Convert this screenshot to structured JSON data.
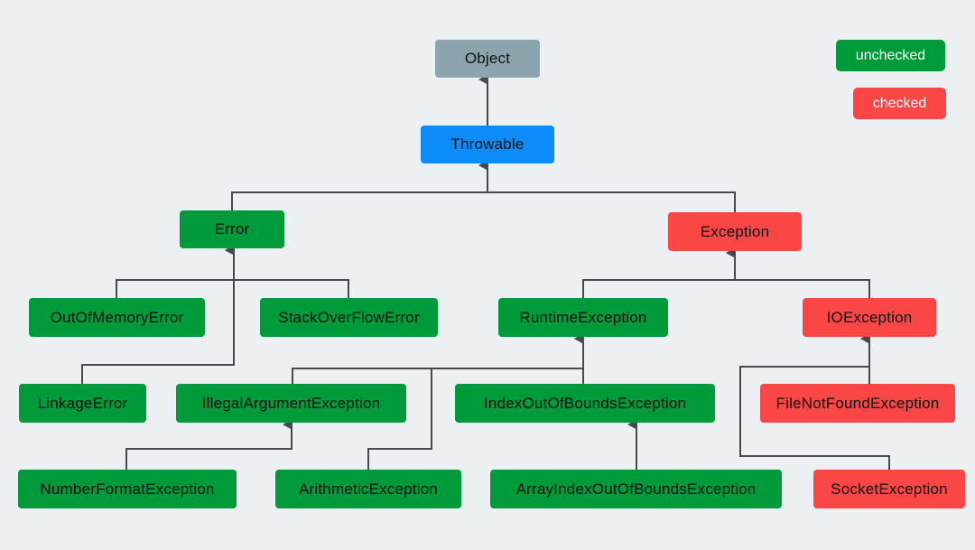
{
  "colors": {
    "unchecked": "#009a3a",
    "checked": "#fb4646",
    "throwable": "#0d8bf8",
    "object": "#8ba4ad",
    "line": "#454a51",
    "background": "#edf0f3"
  },
  "legend": {
    "unchecked": "unchecked",
    "checked": "checked"
  },
  "nodes": {
    "object": "Object",
    "throwable": "Throwable",
    "error": "Error",
    "exception": "Exception",
    "out_of_memory_error": "OutOfMemoryError",
    "stack_over_flow_error": "StackOverFlowError",
    "runtime_exception": "RuntimeException",
    "io_exception": "IOException",
    "linkage_error": "LinkageError",
    "illegal_argument_exception": "IllegalArgumentException",
    "index_out_of_bounds_exception": "IndexOutOfBoundsException",
    "file_not_found_exception": "FileNotFoundException",
    "number_format_exception": "NumberFormatException",
    "arithmetic_exception": "ArithmeticException",
    "array_index_out_of_bounds_exception": "ArrayIndexOutOfBoundsException",
    "socket_exception": "SocketException"
  },
  "node_kinds": {
    "object": "object",
    "throwable": "throwable",
    "error": "unchecked",
    "exception": "checked",
    "out_of_memory_error": "unchecked",
    "stack_over_flow_error": "unchecked",
    "runtime_exception": "unchecked",
    "io_exception": "checked",
    "linkage_error": "unchecked",
    "illegal_argument_exception": "unchecked",
    "index_out_of_bounds_exception": "unchecked",
    "file_not_found_exception": "checked",
    "number_format_exception": "unchecked",
    "arithmetic_exception": "unchecked",
    "array_index_out_of_bounds_exception": "unchecked",
    "socket_exception": "checked"
  },
  "edges": [
    {
      "child": "throwable",
      "parent": "object"
    },
    {
      "child": "error",
      "parent": "throwable"
    },
    {
      "child": "exception",
      "parent": "throwable"
    },
    {
      "child": "out_of_memory_error",
      "parent": "error"
    },
    {
      "child": "stack_over_flow_error",
      "parent": "error"
    },
    {
      "child": "linkage_error",
      "parent": "error"
    },
    {
      "child": "runtime_exception",
      "parent": "exception"
    },
    {
      "child": "io_exception",
      "parent": "exception"
    },
    {
      "child": "illegal_argument_exception",
      "parent": "runtime_exception"
    },
    {
      "child": "index_out_of_bounds_exception",
      "parent": "runtime_exception"
    },
    {
      "child": "arithmetic_exception",
      "parent": "runtime_exception"
    },
    {
      "child": "number_format_exception",
      "parent": "illegal_argument_exception"
    },
    {
      "child": "array_index_out_of_bounds_exception",
      "parent": "index_out_of_bounds_exception"
    },
    {
      "child": "file_not_found_exception",
      "parent": "io_exception"
    },
    {
      "child": "socket_exception",
      "parent": "io_exception"
    }
  ]
}
